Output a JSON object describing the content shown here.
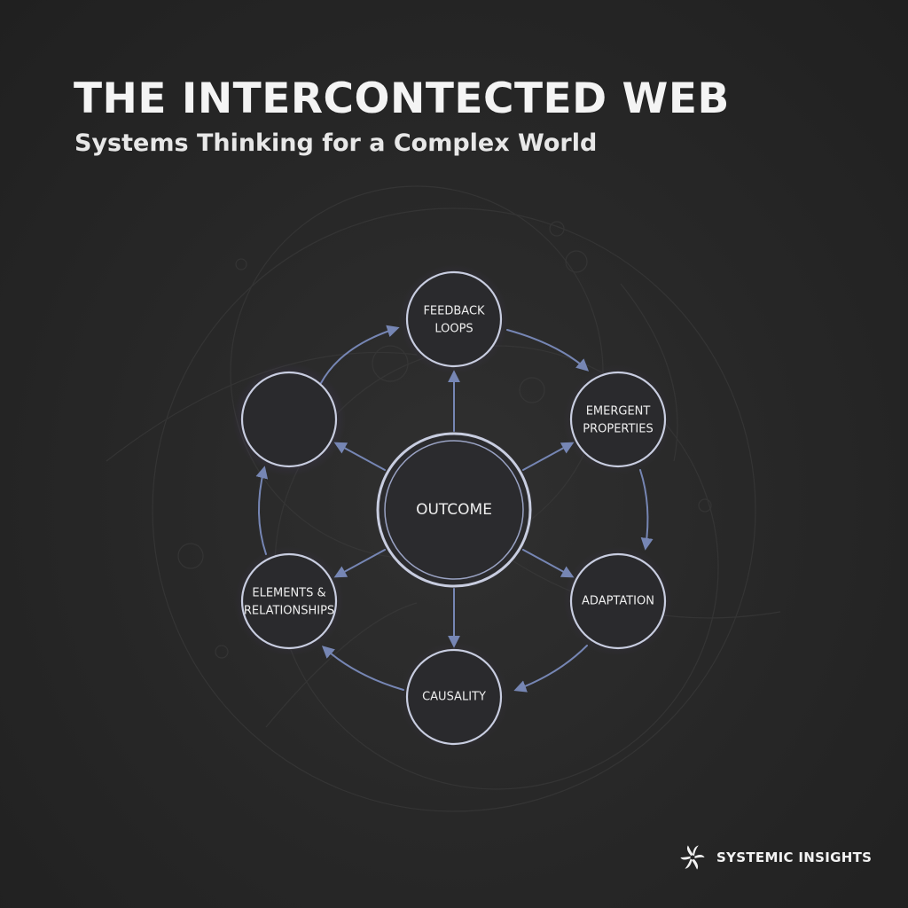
{
  "header": {
    "title": "THE INTERCONTECTED WEB",
    "subtitle": "Systems Thinking for a Complex World"
  },
  "diagram": {
    "center": {
      "label": "OUTCOME"
    },
    "nodes": [
      {
        "id": "feedback-loops",
        "lines": [
          "FEEDBACK",
          "LOOPS"
        ]
      },
      {
        "id": "emergent-properties",
        "lines": [
          "EMERGENT",
          "PROPERTIES"
        ]
      },
      {
        "id": "adaptation",
        "lines": [
          "ADAPTATION"
        ]
      },
      {
        "id": "causality",
        "lines": [
          "CAUSALITY"
        ]
      },
      {
        "id": "elements-relationships",
        "lines": [
          "ELEMENTS &",
          "RELATIONSHIPS"
        ]
      },
      {
        "id": "blank",
        "lines": []
      }
    ],
    "colors": {
      "ring": "#c8cde0",
      "glow": "#8a5cf0",
      "arrow": "#7686b4",
      "text": "#eeeeee"
    }
  },
  "brand": {
    "name": "SYSTEMIC INSIGHTS",
    "icon": "spiral-logo-icon"
  }
}
